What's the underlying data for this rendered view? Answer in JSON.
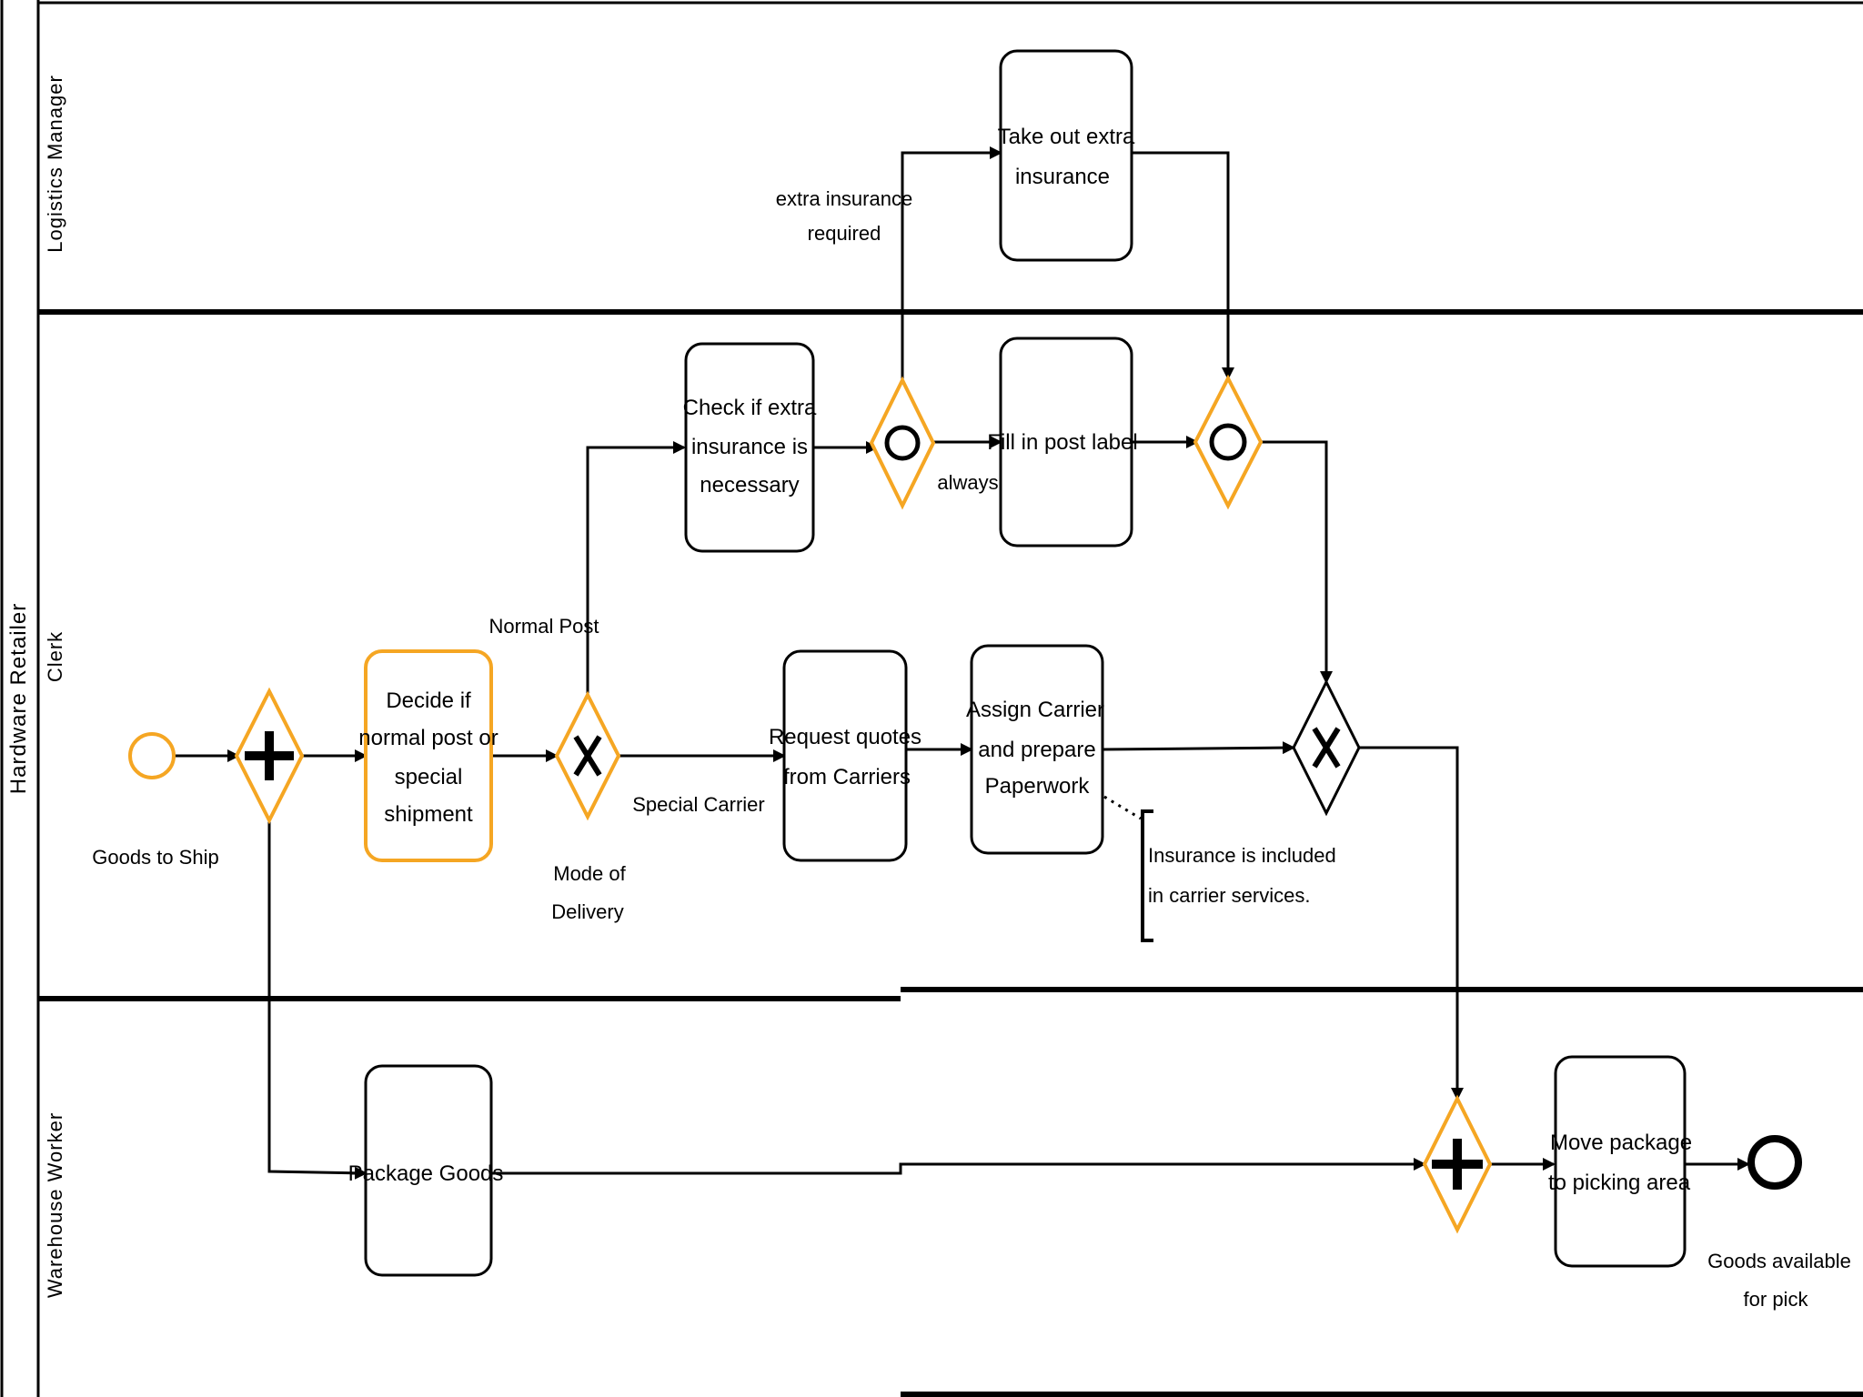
{
  "pool": {
    "name": "Hardware Retailer"
  },
  "lanes": [
    {
      "name": "Logistics Manager"
    },
    {
      "name": "Clerk"
    },
    {
      "name": "Warehouse Worker"
    }
  ],
  "events": {
    "start": {
      "label": "Goods to Ship"
    },
    "end": {
      "label_line1": "Goods available",
      "label_line2": "for pick"
    }
  },
  "tasks": {
    "decide": {
      "lines": [
        "Decide if",
        "normal post or",
        "special",
        "shipment"
      ]
    },
    "check_insurance": {
      "lines": [
        "Check if extra",
        "insurance is",
        "necessary"
      ]
    },
    "extra_insurance": {
      "lines": [
        "Take out extra",
        "insurance"
      ]
    },
    "post_label": {
      "lines": [
        "Fill in post label"
      ]
    },
    "request_quotes": {
      "lines": [
        "Request quotes",
        "from Carriers"
      ]
    },
    "assign_carrier": {
      "lines": [
        "Assign Carrier",
        "and prepare",
        "Paperwork"
      ]
    },
    "package_goods": {
      "lines": [
        "Package Goods"
      ]
    },
    "move_package": {
      "lines": [
        "Move package",
        "to picking area"
      ]
    }
  },
  "gateways": {
    "mode_of_delivery": {
      "label_line1": "Mode of",
      "label_line2": "Delivery"
    }
  },
  "flow_labels": {
    "normal_post": "Normal Post",
    "special_carrier": "Special Carrier",
    "extra_required_line1": "extra insurance",
    "extra_required_line2": "required",
    "always": "always"
  },
  "annotation": {
    "line1": "Insurance is included",
    "line2": "in carrier services."
  },
  "colors": {
    "highlight": "#f5a623",
    "stroke": "#000000"
  }
}
